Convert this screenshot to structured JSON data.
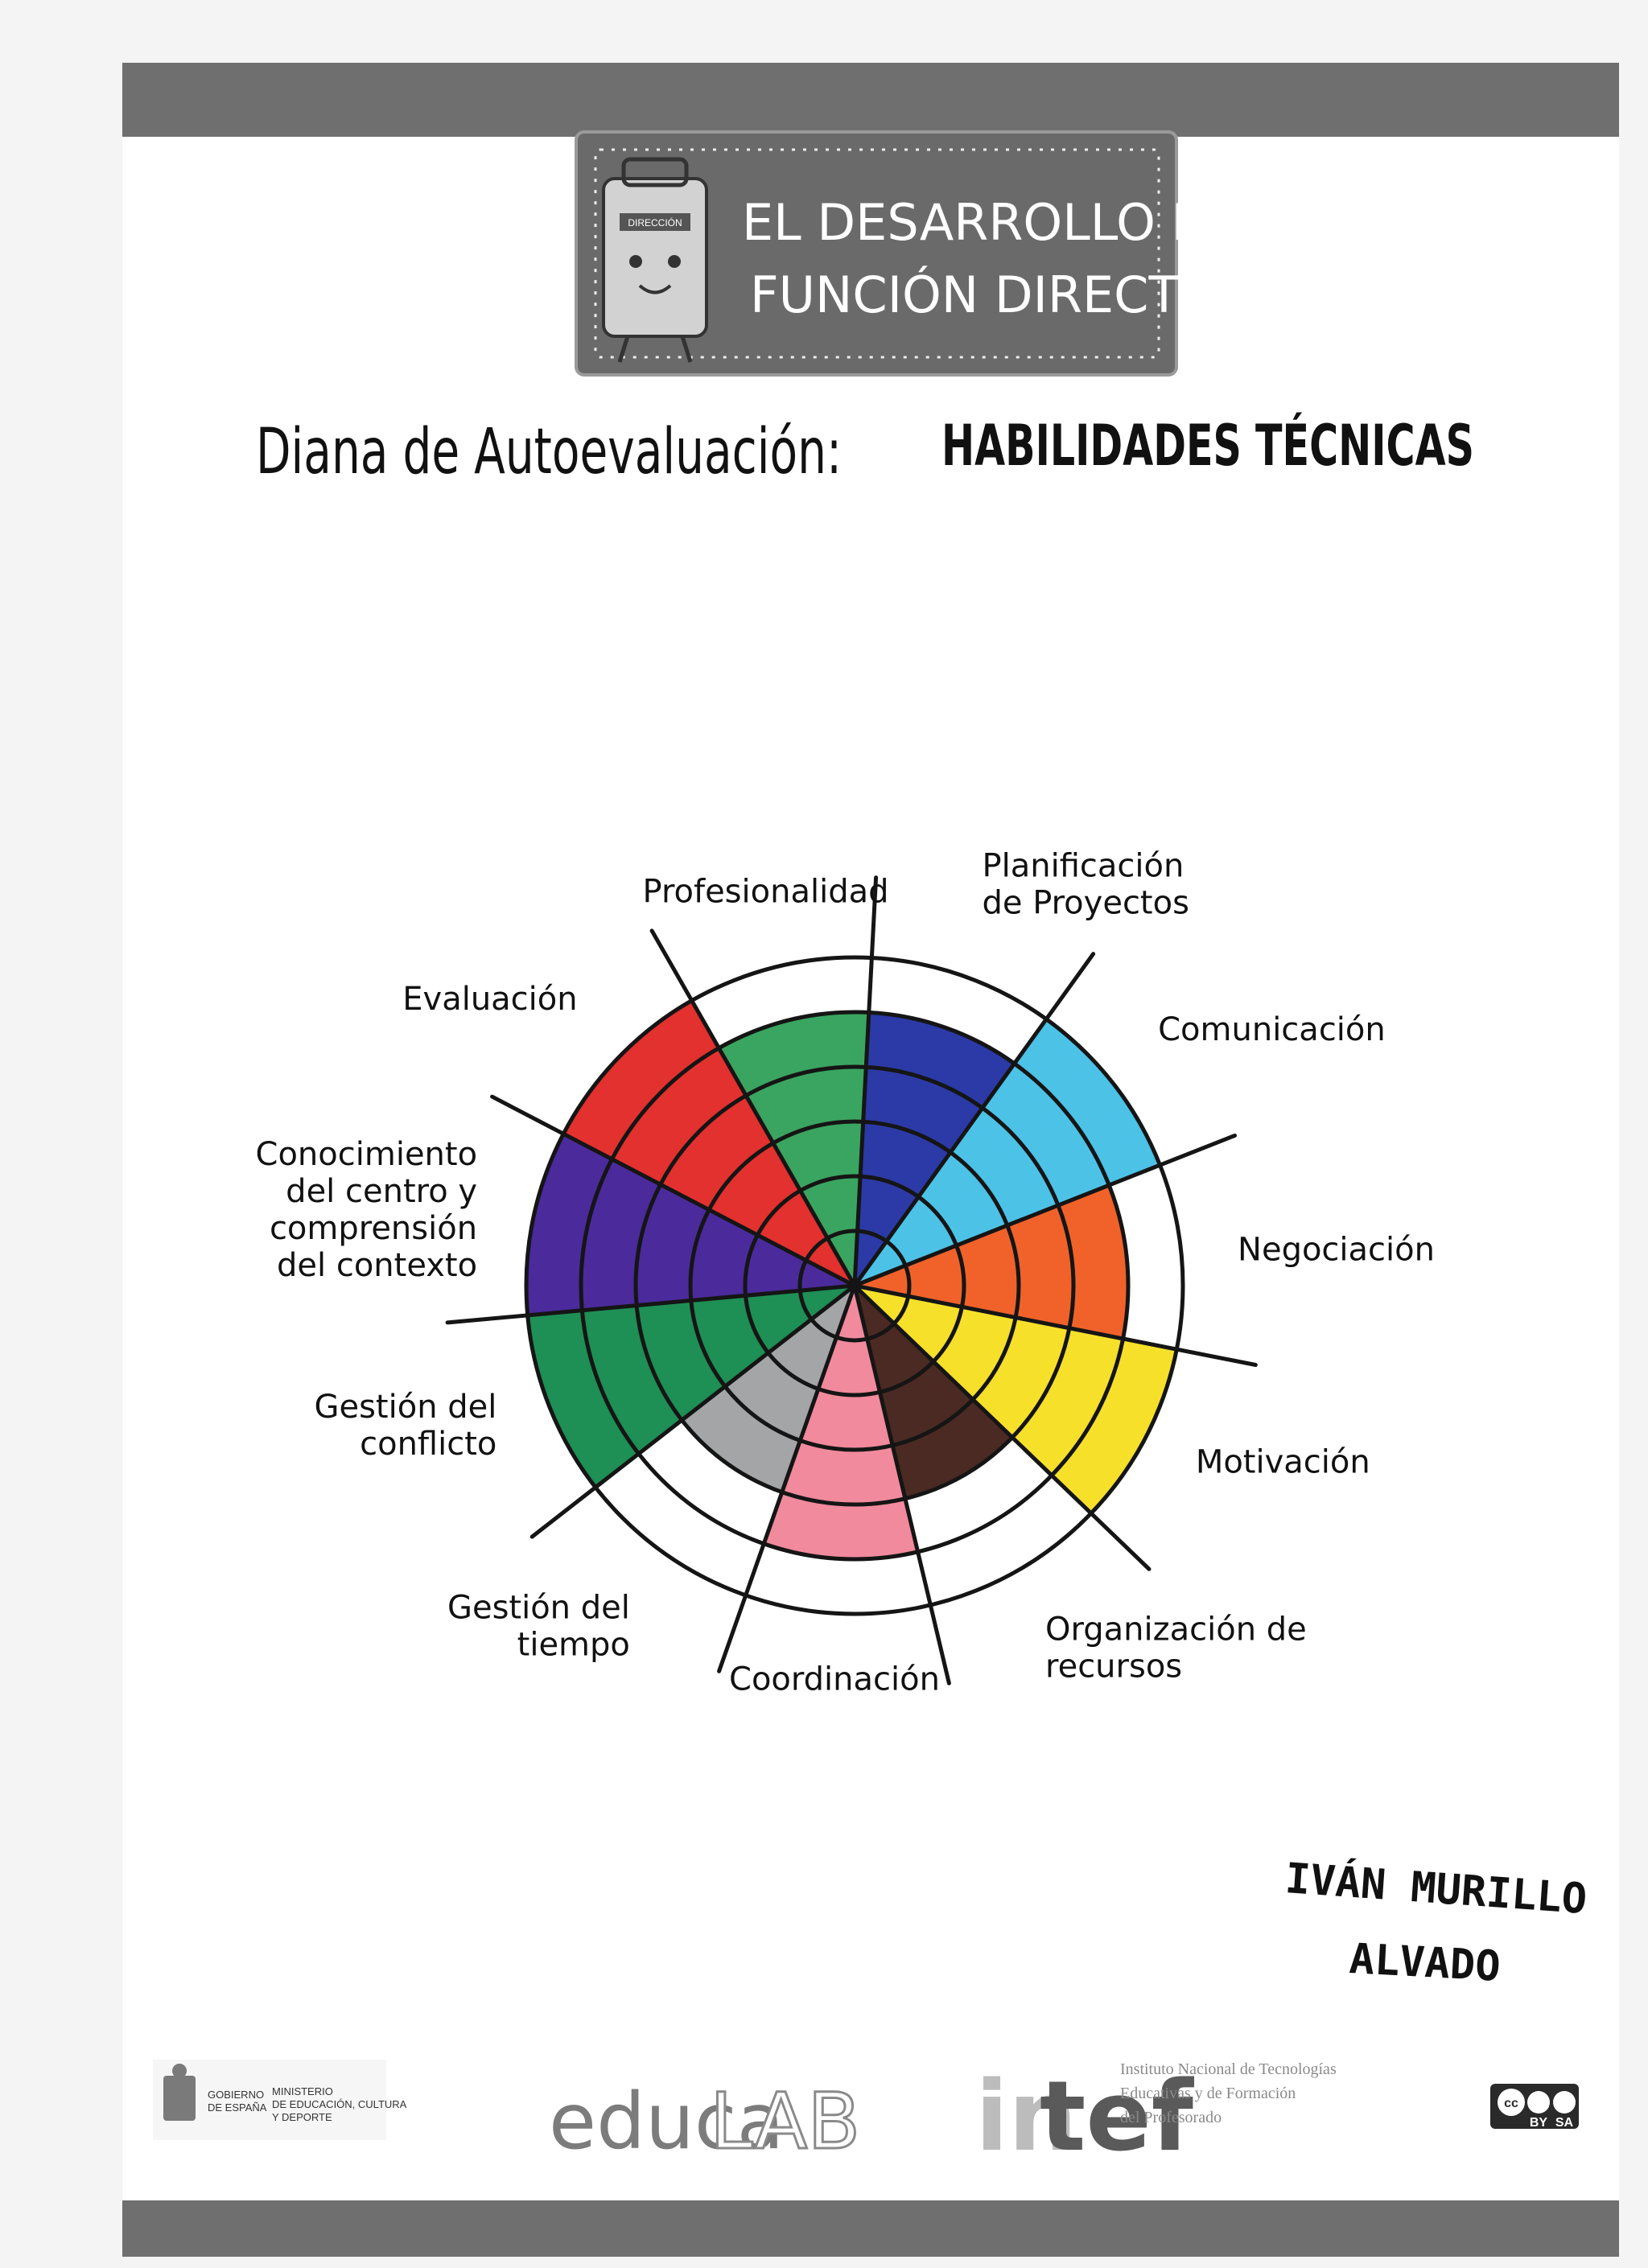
{
  "header": {
    "banner_line1": "EL DESARROLLO DE LA",
    "banner_line2": "FUNCIÓN DIRECTIVA",
    "banner_icon_text": "DIRECCIÓN",
    "heading_left": "Diana de Autoevaluación:",
    "heading_right": "HABILIDADES TÉCNICAS"
  },
  "chart_data": {
    "type": "radar-target",
    "title": "HABILIDADES TÉCNICAS",
    "rings": 6,
    "scale": [
      0,
      6
    ],
    "categories": [
      {
        "name": "Planificación de Proyectos",
        "label_lines": [
          "Planificación",
          "de Proyectos"
        ],
        "value": 5,
        "color": "#2b3aa6"
      },
      {
        "name": "Comunicación",
        "label_lines": [
          "Comunicación"
        ],
        "value": 6,
        "color": "#4cc2e6"
      },
      {
        "name": "Negociación",
        "label_lines": [
          "Negociación"
        ],
        "value": 5,
        "color": "#f0622a"
      },
      {
        "name": "Motivación",
        "label_lines": [
          "Motivación"
        ],
        "value": 6,
        "color": "#f6e02a"
      },
      {
        "name": "Organización de recursos",
        "label_lines": [
          "Organización de",
          "recursos"
        ],
        "value": 4,
        "color": "#4a2a22"
      },
      {
        "name": "Coordinación",
        "label_lines": [
          "Coordinación"
        ],
        "value": 5,
        "color": "#f08a9c"
      },
      {
        "name": "Gestión del tiempo",
        "label_lines": [
          "Gestión del",
          "tiempo"
        ],
        "value": 4,
        "color": "#a3a5a7"
      },
      {
        "name": "Gestión del conflicto",
        "label_lines": [
          "Gestión del",
          "conflicto"
        ],
        "value": 6,
        "color": "#1e8f55"
      },
      {
        "name": "Conocimiento del centro y comprensión del contexto",
        "label_lines": [
          "Conocimiento",
          "del centro y",
          "comprensión",
          "del contexto"
        ],
        "value": 6,
        "color": "#4b2a9c"
      },
      {
        "name": "Evaluación",
        "label_lines": [
          "Evaluación"
        ],
        "value": 6,
        "color": "#e2312e"
      },
      {
        "name": "Profesionalidad",
        "label_lines": [
          "Profesionalidad"
        ],
        "value": 5,
        "color": "#3aa560"
      }
    ]
  },
  "author": {
    "line1": "IVÁN MURILLO",
    "line2": "ALVADO"
  },
  "footer": {
    "gov_line1": "GOBIERNO",
    "gov_line2": "DE ESPAÑA",
    "ministry_line1": "MINISTERIO",
    "ministry_line2": "DE EDUCACIÓN, CULTURA",
    "ministry_line3": "Y DEPORTE",
    "educa_part1": "educa",
    "educa_part2": "LAB",
    "intef_part1": "in",
    "intef_part2": "tef",
    "intef_line1": "Instituto Nacional de Tecnologías",
    "intef_line2": "Educativas y de Formación",
    "intef_line3": "del Profesorado",
    "license_cc": "cc",
    "license_by": "BY",
    "license_sa": "SA"
  }
}
